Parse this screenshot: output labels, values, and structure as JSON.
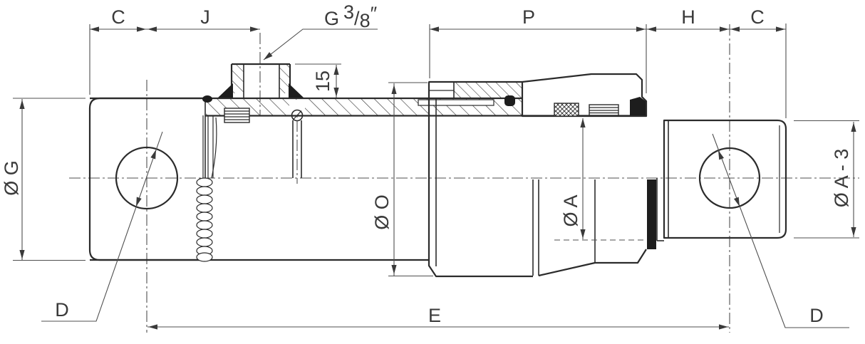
{
  "colors": {
    "line": "#2b2b2b",
    "thin_line": "#4f4f4f",
    "background": "#ffffff"
  },
  "labels": {
    "dim_c_left": "C",
    "dim_j": "J",
    "dim_p": "P",
    "dim_h": "H",
    "dim_c_right": "C",
    "thread": {
      "letter": "G",
      "numerator": "3",
      "denominator": "8",
      "inch_mark": "″"
    },
    "dim_port_height": "15",
    "dia_outer_left": "Ø G",
    "dia_sleeve": "Ø O",
    "dia_rod": "Ø A",
    "dia_rod_end": "Ø A - 3",
    "hole_left": "D",
    "hole_right": "D",
    "dim_length": "E"
  }
}
